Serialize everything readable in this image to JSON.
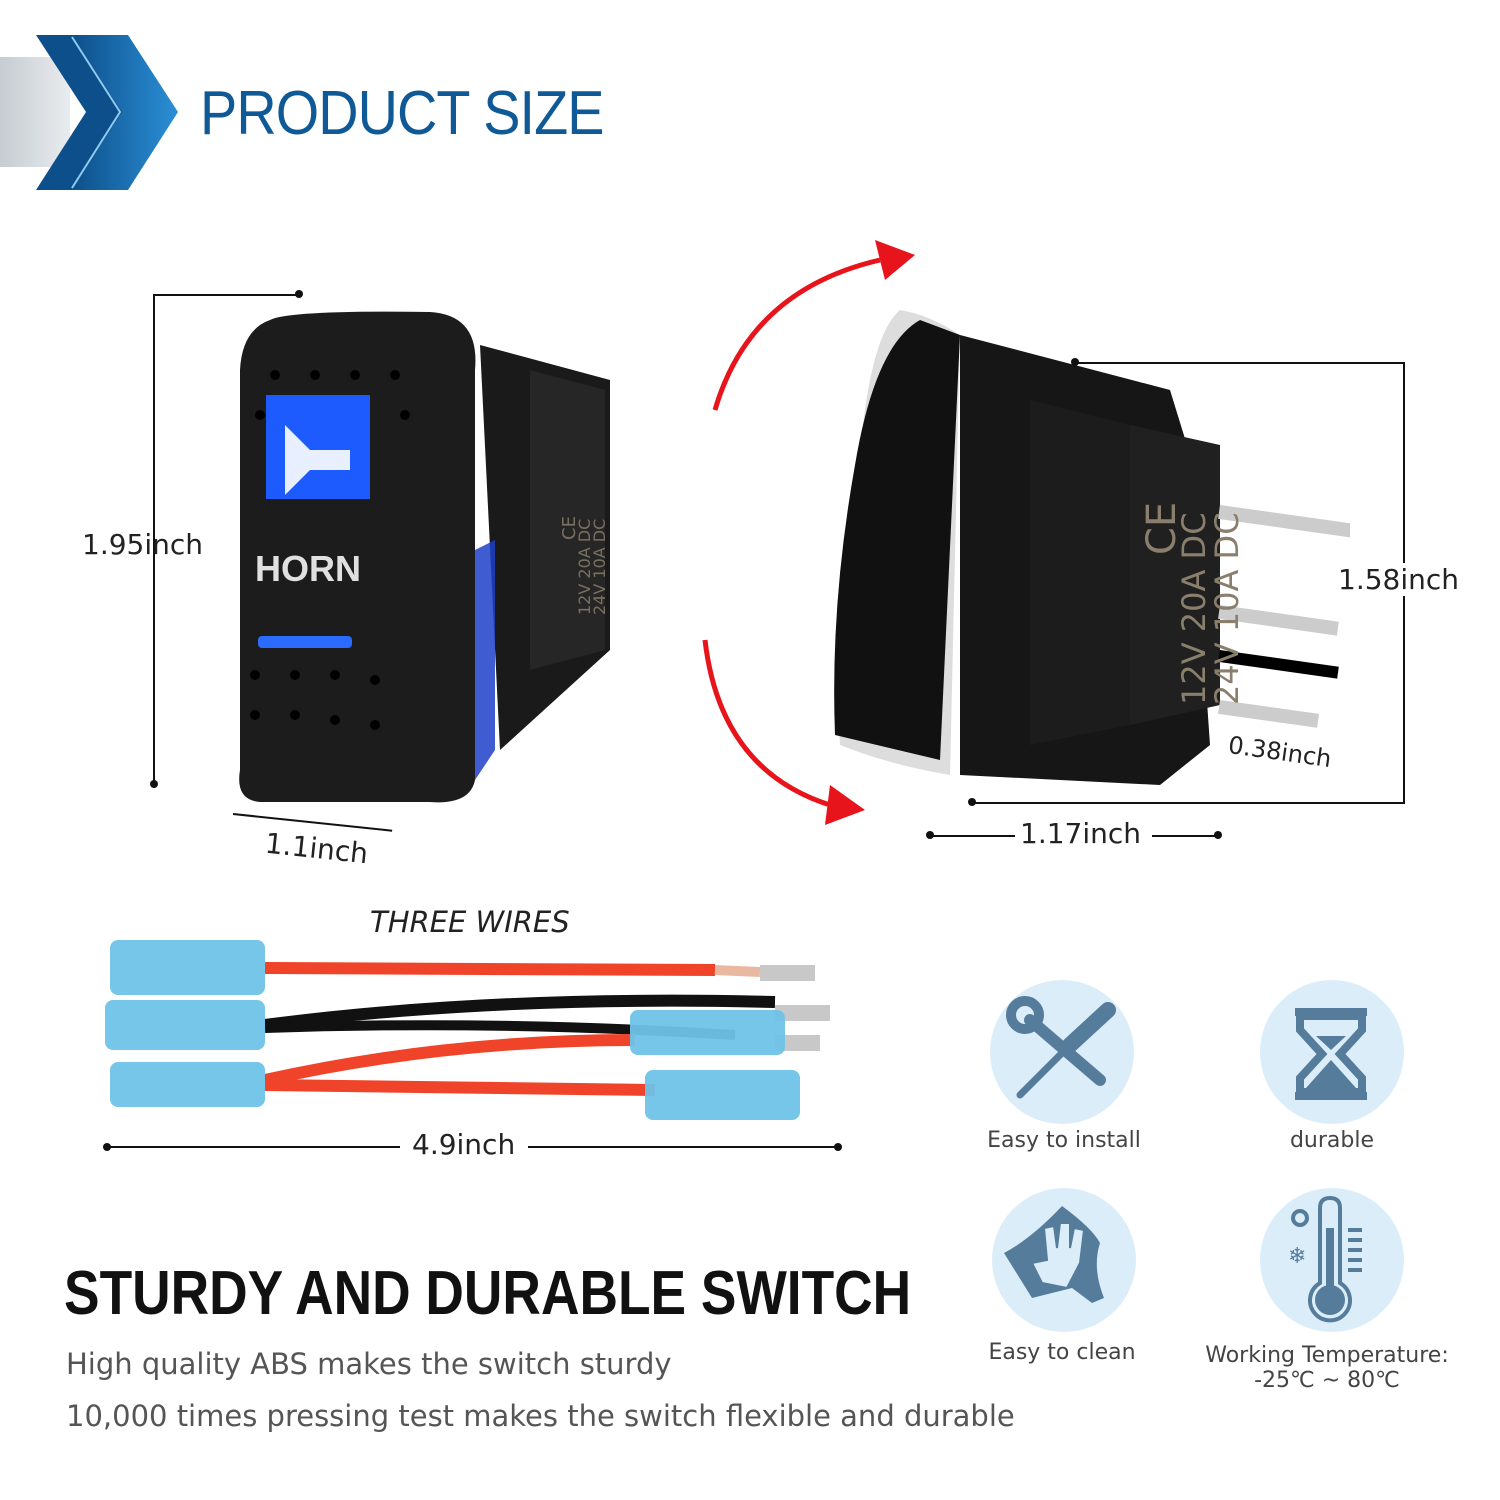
{
  "header": {
    "title": "PRODUCT SIZE",
    "accent_color": "#0f5a96"
  },
  "switch_front": {
    "height_label": "1.95inch",
    "width_label": "1.1inch",
    "legend_text": "HORN",
    "icon": "horn-icon",
    "led_color": "#1e5bff",
    "markings": {
      "ce": "CE",
      "row1": "12V 20A DC",
      "row2": "24V 10A DC"
    }
  },
  "switch_side": {
    "height_label": "1.58inch",
    "depth_label": "1.17inch",
    "terminal_label": "0.38inch",
    "markings": {
      "ce": "CE",
      "row1": "12V 20A DC",
      "row2": "24V 10A DC"
    },
    "arrow_color": "#e8141b"
  },
  "wires": {
    "title": "THREE WIRES",
    "length_label": "4.9inch",
    "colors": [
      "#f0442a",
      "#111111",
      "#f0442a"
    ],
    "connector_color": "#6ec3e8"
  },
  "features": [
    {
      "label": "Easy to install",
      "icon": "wrench-screwdriver-icon"
    },
    {
      "label": "durable",
      "icon": "hourglass-icon"
    },
    {
      "label": "Easy to clean",
      "icon": "hand-cloth-icon"
    },
    {
      "label": "Working Temperature:",
      "label2": "-25℃ ~ 80℃",
      "icon": "thermometer-icon"
    }
  ],
  "footer": {
    "headline": "STURDY AND DURABLE SWITCH",
    "lines": [
      "High quality ABS makes the switch sturdy",
      "10,000 times pressing test makes the switch flexible and durable"
    ]
  }
}
